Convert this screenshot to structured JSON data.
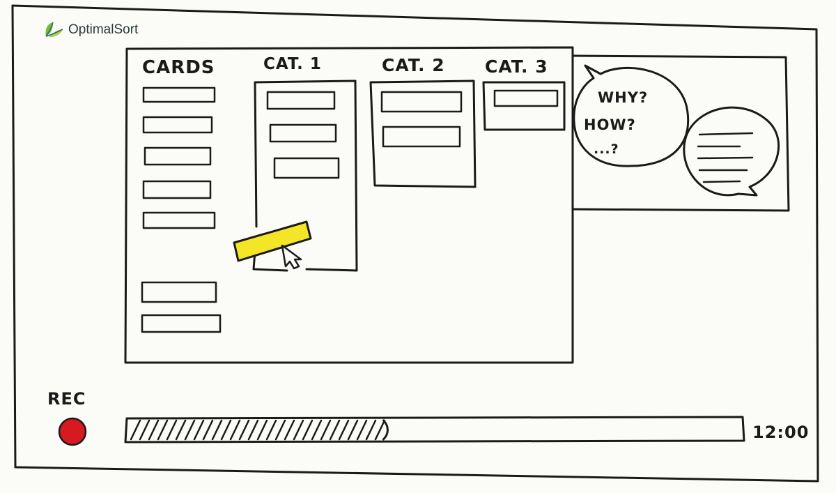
{
  "brand": {
    "name": "OptimalSort",
    "icon": "leaf-icon",
    "colors": {
      "leaf": "#7fb832",
      "leaf_dark": "#2c6e7a"
    }
  },
  "board": {
    "columns": [
      {
        "label": "CARDS",
        "cards": 7
      },
      {
        "label": "CAT. 1",
        "cards": 3
      },
      {
        "label": "CAT. 2",
        "cards": 2
      },
      {
        "label": "CAT. 3",
        "cards": 1
      }
    ],
    "dragged_card_color": "#f4e526"
  },
  "video": {
    "bubble_left": {
      "lines": [
        "WHY?",
        "HOW?",
        "...?"
      ]
    },
    "bubble_right": {
      "icon": "text-lines-icon"
    }
  },
  "recording": {
    "label": "REC",
    "indicator_color": "#d71920",
    "progress": 0.42,
    "time": "12:00"
  }
}
